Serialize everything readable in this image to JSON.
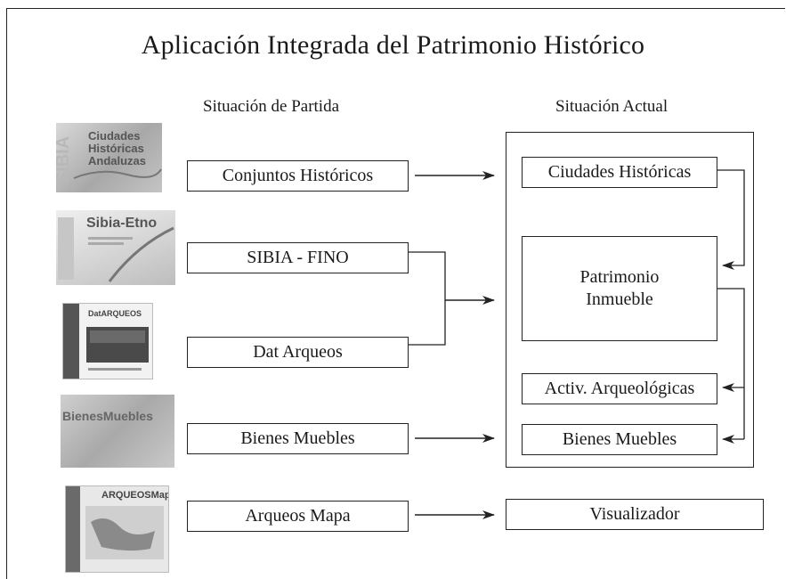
{
  "title": "Aplicación Integrada del Patrimonio Histórico",
  "columns": {
    "left_header": "Situación de Partida",
    "right_header": "Situación Actual"
  },
  "thumbnails": [
    {
      "name": "ciudades-historicas-cover",
      "lines": [
        "Ciudades",
        "Históricas",
        "Andaluzas"
      ],
      "side": "SIBIA"
    },
    {
      "name": "sibia-etno-cover",
      "lines": [
        "Sibia-Etno"
      ]
    },
    {
      "name": "datarqueos-cover",
      "lines": [
        "DatARQUEOS"
      ]
    },
    {
      "name": "bienes-muebles-cover",
      "lines": [
        "BienesMuebles"
      ]
    },
    {
      "name": "arqueos-mapa-cover",
      "lines": [
        "ARQUEOSMapa"
      ]
    }
  ],
  "source_boxes": [
    {
      "label": "Conjuntos Históricos"
    },
    {
      "label": "SIBIA - FINO"
    },
    {
      "label": "Dat Arqueos"
    },
    {
      "label": "Bienes Muebles"
    },
    {
      "label": "Arqueos Mapa"
    }
  ],
  "target_boxes": [
    {
      "label": "Ciudades Históricas"
    },
    {
      "label": "Patrimonio Inmueble"
    },
    {
      "label": "Activ. Arqueológicas"
    },
    {
      "label": "Bienes Muebles"
    },
    {
      "label": "Visualizador"
    }
  ],
  "colors": {
    "line": "#222222",
    "thumbnail_gray": "#9a9a9a"
  }
}
